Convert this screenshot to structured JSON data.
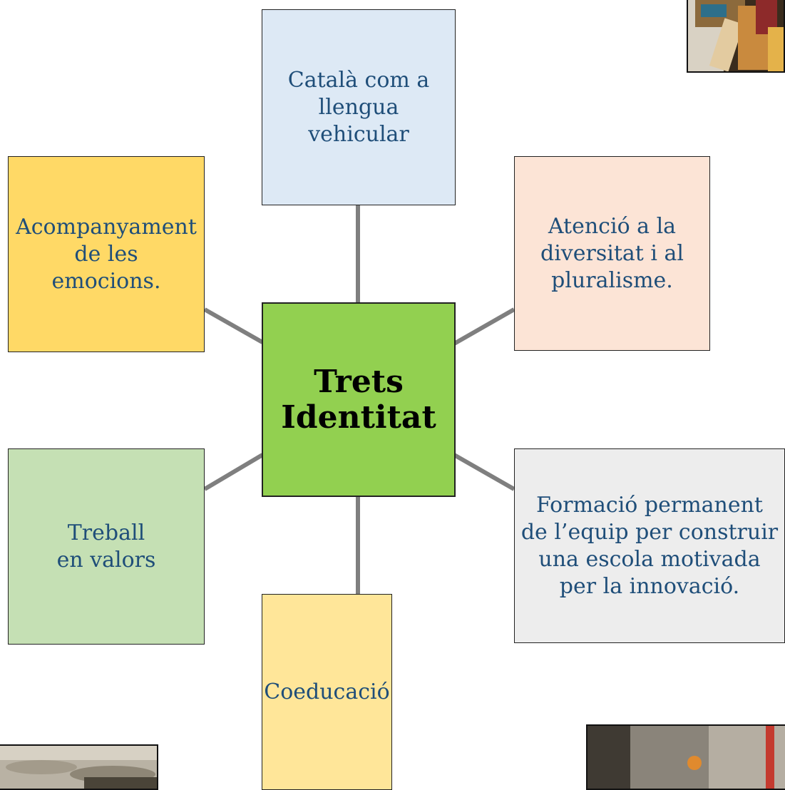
{
  "center": {
    "text": "Trets\nIdentitat",
    "color": "#92d050"
  },
  "nodes": [
    {
      "id": "catala",
      "text": "Català com a\nllengua\nvehicular",
      "color": "#dde9f5"
    },
    {
      "id": "atencio",
      "text": "Atenció a la\ndiversitat i al\npluralisme.",
      "color": "#fce4d6"
    },
    {
      "id": "formacio",
      "text": "Formació permanent\nde l’equip per construir\nuna escola motivada\nper la innovació.",
      "color": "#ededed"
    },
    {
      "id": "coeducacio",
      "text": "Coeducació",
      "color": "#ffe699"
    },
    {
      "id": "treball",
      "text": "Treball\nen valors",
      "color": "#c5e0b4"
    },
    {
      "id": "acompanyament",
      "text": "Acompanyament\nde les\nemocions.",
      "color": "#ffd966"
    }
  ],
  "text_color": "#1f4e79",
  "line_color": "#7f7f7f"
}
